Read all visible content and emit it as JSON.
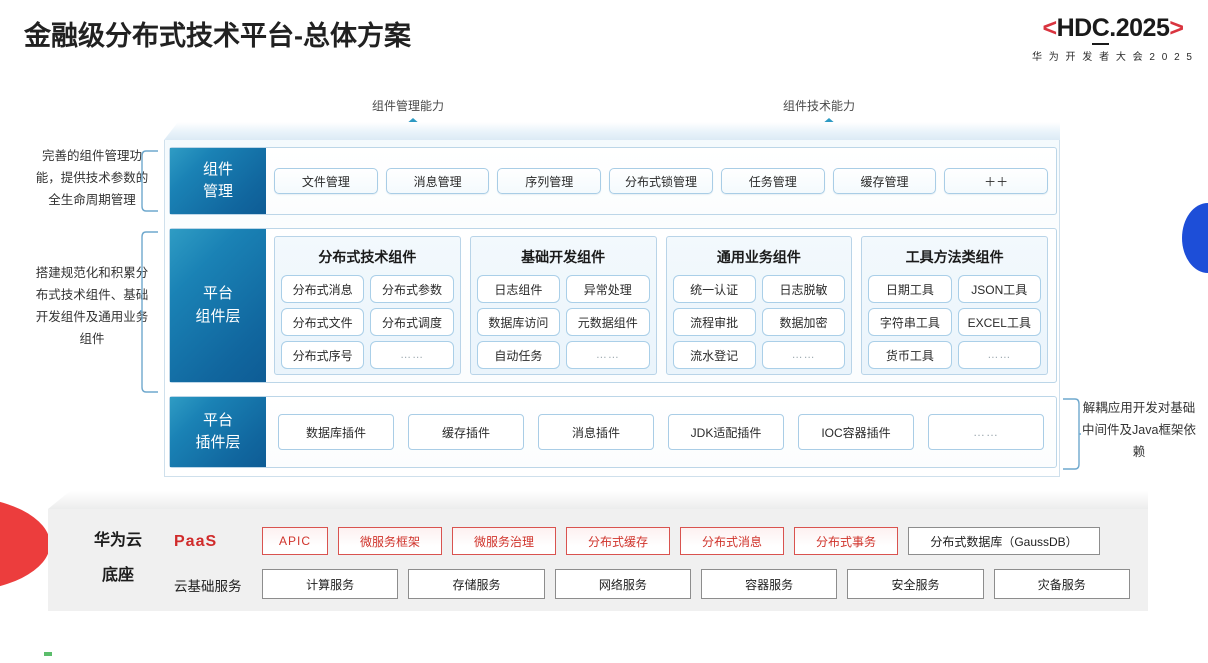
{
  "header": {
    "title": "金融级分布式技术平台-总体方案",
    "logo": {
      "bracket_left": "<",
      "main_a": "HD",
      "main_b": "C",
      "main_c": ".2025",
      "bracket_right": ">",
      "subtitle": "华 为 开 发 者 大 会 2 0 2 5",
      "accent_color": "#d9343f"
    }
  },
  "top_arrows": [
    {
      "label": "组件管理能力"
    },
    {
      "label": "组件技术能力"
    }
  ],
  "side_notes": {
    "left_top": "完善的组件管理功能，提供技术参数的全生命周期管理",
    "left_mid": "搭建规范化和积累分布式技术组件、基础开发组件及通用业务组件",
    "right_bottom": "解耦应用开发对基础中间件及Java框架依赖"
  },
  "layers": {
    "component_management": {
      "label_line1": "组件",
      "label_line2": "管理",
      "items": [
        "文件管理",
        "消息管理",
        "序列管理",
        "分布式锁管理",
        "任务管理",
        "缓存管理",
        "＋＋"
      ]
    },
    "platform_component": {
      "label_line1": "平台",
      "label_line2": "组件层",
      "groups": [
        {
          "title": "分布式技术组件",
          "items": [
            "分布式消息",
            "分布式参数",
            "分布式文件",
            "分布式调度",
            "分布式序号",
            "……"
          ]
        },
        {
          "title": "基础开发组件",
          "items": [
            "日志组件",
            "异常处理",
            "数据库访问",
            "元数据组件",
            "自动任务",
            "……"
          ]
        },
        {
          "title": "通用业务组件",
          "items": [
            "统一认证",
            "日志脱敏",
            "流程审批",
            "数据加密",
            "流水登记",
            "……"
          ]
        },
        {
          "title": "工具方法类组件",
          "items": [
            "日期工具",
            "JSON工具",
            "字符串工具",
            "EXCEL工具",
            "货币工具",
            "……"
          ]
        }
      ]
    },
    "platform_plugin": {
      "label_line1": "平台",
      "label_line2": "插件层",
      "items": [
        "数据库插件",
        "缓存插件",
        "消息插件",
        "JDK适配插件",
        "IOC容器插件",
        "……"
      ]
    }
  },
  "paas": {
    "title_line1": "华为云",
    "title_line2": "底座",
    "row1_label": "PaaS",
    "row2_label": "云基础服务",
    "row1_items": [
      {
        "text": "APIC",
        "style": "red"
      },
      {
        "text": "微服务框架",
        "style": "red"
      },
      {
        "text": "微服务治理",
        "style": "red"
      },
      {
        "text": "分布式缓存",
        "style": "red"
      },
      {
        "text": "分布式消息",
        "style": "red"
      },
      {
        "text": "分布式事务",
        "style": "red"
      },
      {
        "text": "分布式数据库（GaussDB）",
        "style": "grey"
      }
    ],
    "row2_items": [
      "计算服务",
      "存储服务",
      "网络服务",
      "容器服务",
      "安全服务",
      "灾备服务"
    ]
  },
  "colors": {
    "brand_red": "#d9343f",
    "paas_red": "#d0342c",
    "layer_blue_start": "#2f9cc4",
    "layer_blue_end": "#0e5c95",
    "arrow_blue": "#1b7fb0",
    "accent_blue": "#1d4ed8",
    "wedge_red": "#ec3d3d"
  }
}
